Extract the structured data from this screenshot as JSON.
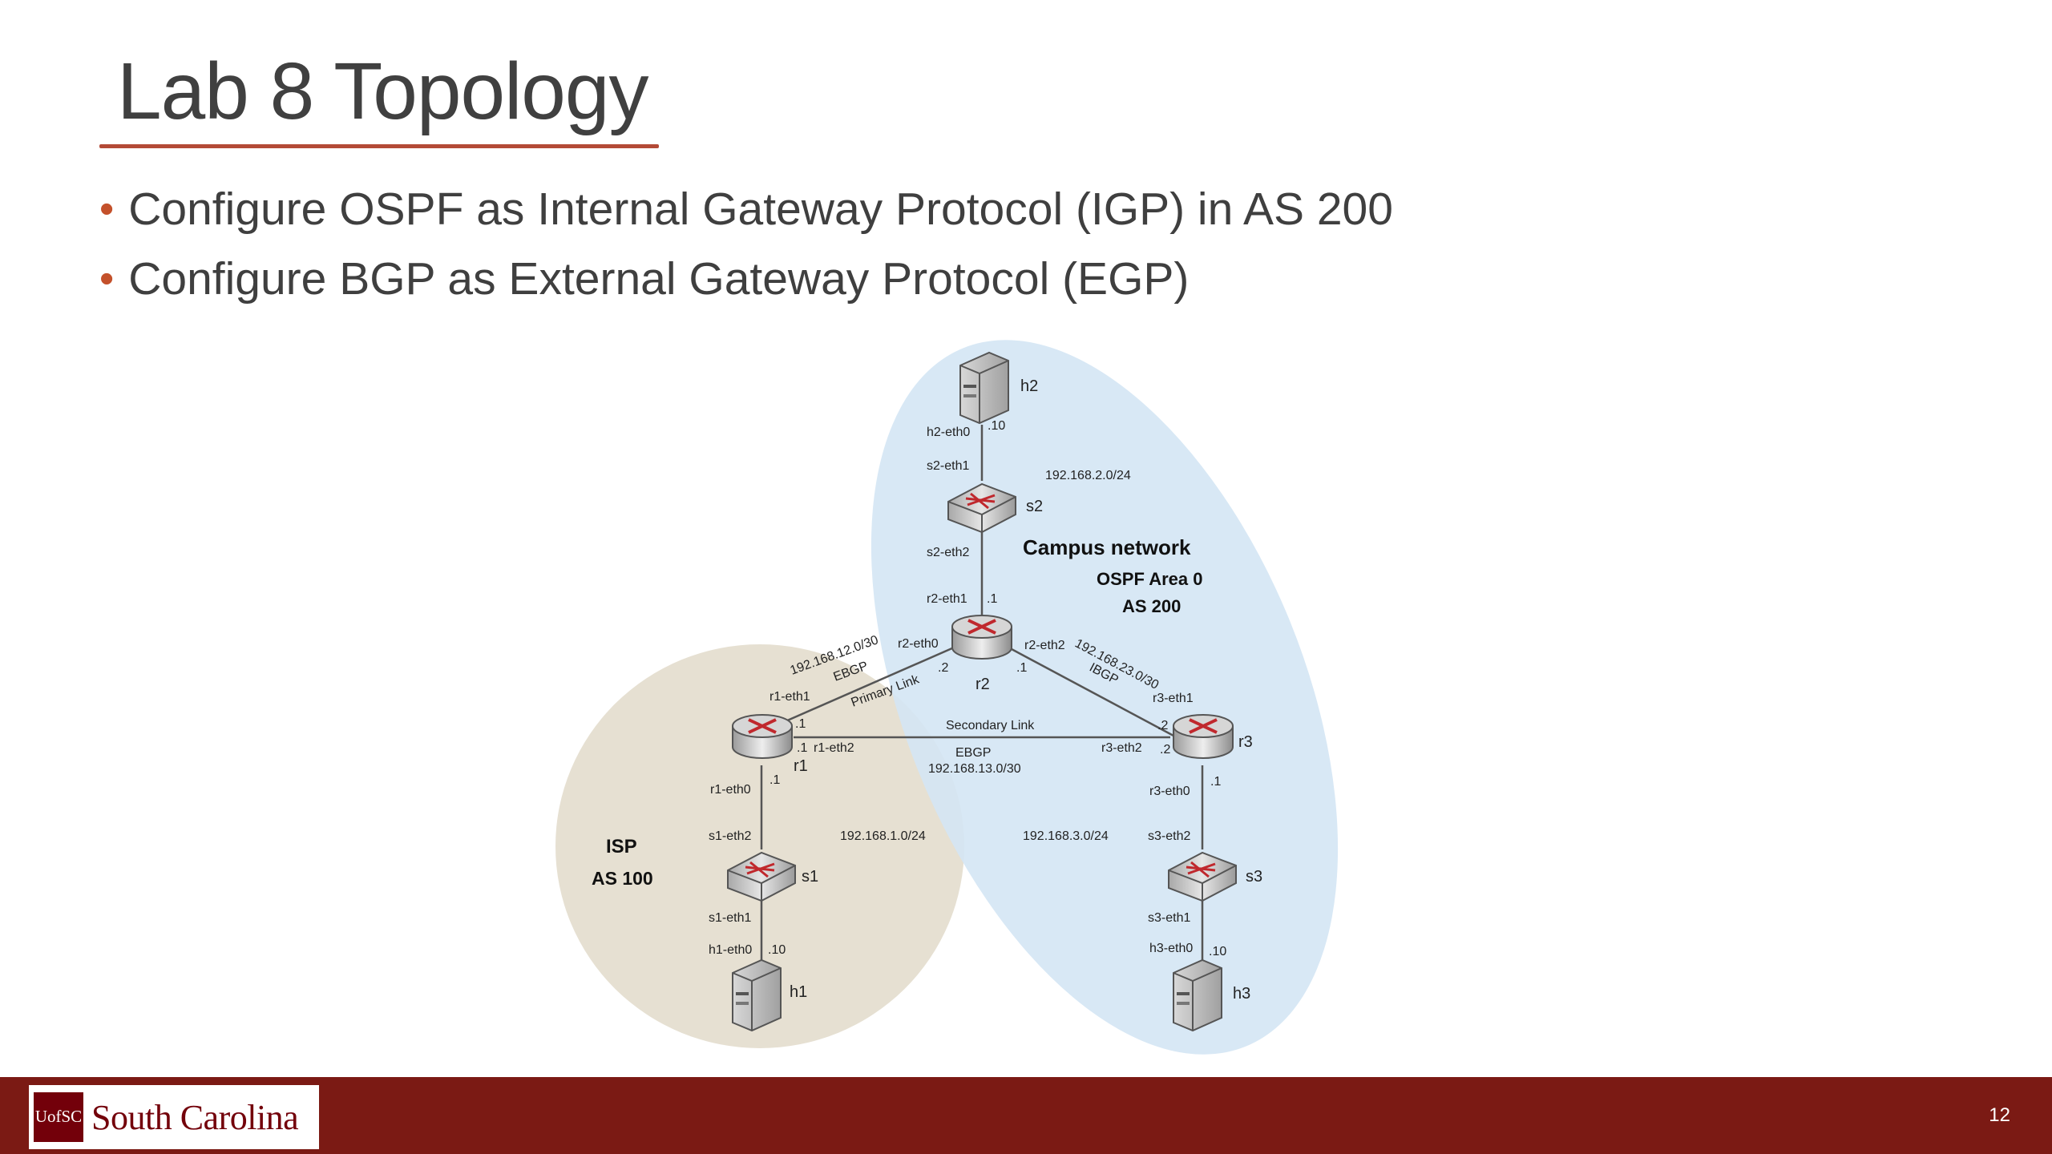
{
  "slide": {
    "title": "Lab 8 Topology",
    "bullets": [
      "Configure OSPF as Internal Gateway Protocol (IGP) in AS 200",
      "Configure BGP as External Gateway Protocol (EGP)"
    ],
    "page_number": "12"
  },
  "footer": {
    "logo_mark": "UofSC",
    "logo_text": "South Carolina"
  },
  "diagram": {
    "regions": {
      "isp_name": "ISP",
      "isp_as": "AS 100",
      "campus_name": "Campus network",
      "campus_area": "OSPF Area 0",
      "campus_as": "AS 200"
    },
    "nodes": {
      "h1": "h1",
      "h2": "h2",
      "h3": "h3",
      "s1": "s1",
      "s2": "s2",
      "s3": "s3",
      "r1": "r1",
      "r2": "r2",
      "r3": "r3"
    },
    "interfaces": {
      "h2_eth0": "h2-eth0",
      "h2_ip": ".10",
      "s2_eth1": "s2-eth1",
      "s2_eth2": "s2-eth2",
      "r2_eth1": "r2-eth1",
      "r2_eth1_ip": ".1",
      "r2_eth0": "r2-eth0",
      "r2_eth0_ip": ".2",
      "r2_eth2": "r2-eth2",
      "r2_eth2_ip": ".1",
      "r1_eth1": "r1-eth1",
      "r1_eth1_ip": ".1",
      "r1_eth2": "r1-eth2",
      "r1_eth2_ip": ".1",
      "r1_eth0": "r1-eth0",
      "r1_eth0_ip": ".1",
      "r3_eth1": "r3-eth1",
      "r3_eth1_ip": ".2",
      "r3_eth2": "r3-eth2",
      "r3_eth2_ip": ".2",
      "r3_eth0": "r3-eth0",
      "r3_eth0_ip": ".1",
      "s1_eth2": "s1-eth2",
      "s1_eth1": "s1-eth1",
      "h1_eth0": "h1-eth0",
      "h1_ip": ".10",
      "s3_eth2": "s3-eth2",
      "s3_eth1": "s3-eth1",
      "h3_eth0": "h3-eth0",
      "h3_ip": ".10"
    },
    "networks": {
      "net_2": "192.168.2.0/24",
      "net_12": "192.168.12.0/30",
      "net_23": "192.168.23.0/30",
      "net_13": "192.168.13.0/30",
      "net_1": "192.168.1.0/24",
      "net_3": "192.168.3.0/24"
    },
    "links": {
      "ebgp_primary": "EBGP",
      "primary_link": "Primary Link",
      "ibgp": "IBGP",
      "secondary_link": "Secondary Link",
      "ebgp_secondary": "EBGP"
    }
  },
  "colors": {
    "title_rule": "#b34a36",
    "bullet_dot": "#c4512b",
    "footer_band": "#7b1a14",
    "isp_region": "#e6e0d2",
    "campus_region": "#d4e6f4",
    "router_arrow": "#c0282d"
  }
}
